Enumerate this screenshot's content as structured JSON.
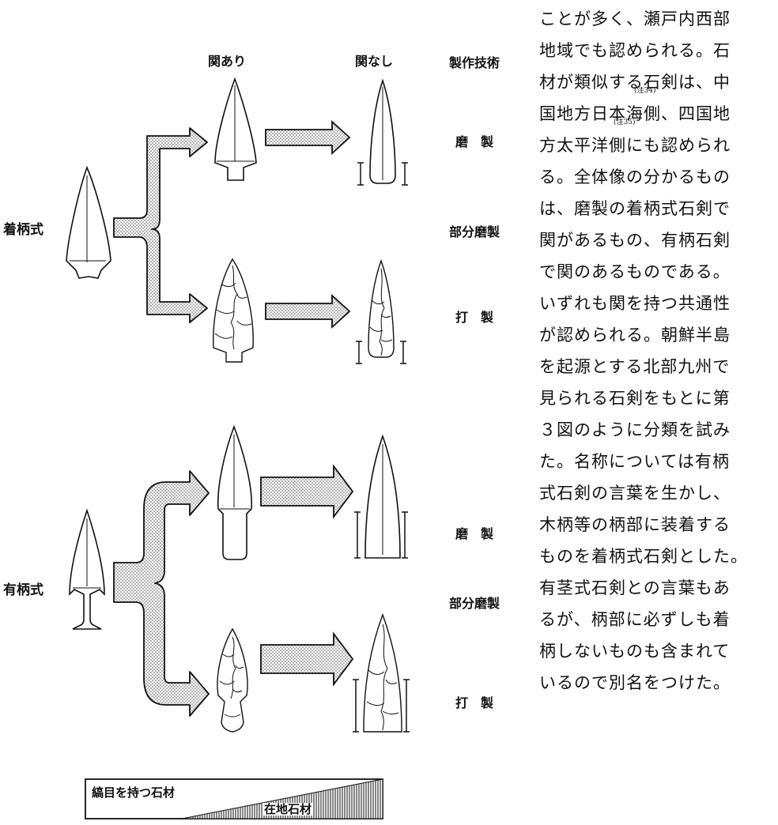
{
  "columns": {
    "with_seki": "関あり",
    "without_seki": "関なし",
    "technique": "製作技術"
  },
  "types": {
    "attached": "着柄式",
    "hilted": "有柄式"
  },
  "techniques": {
    "ground": "磨　製",
    "partial": "部分磨製",
    "chipped": "打　製"
  },
  "material_bar": {
    "striped": "縞目を持つ石材",
    "local": "在地石材"
  },
  "text": {
    "lines": [
      "ことが多く、瀬戸内西部",
      "地域でも認められる。石",
      "材が類似する石剣は、中",
      "国地方日本海側、四国地",
      "方太平洋側にも認められ",
      "る。全体像の分かるもの",
      "は、磨製の着柄式石剣で",
      "関があるもの、有柄石剣",
      "で関のあるものである。",
      "いずれも関を持つ共通性",
      "が認められる。朝鮮半島",
      "を起源とする北部九州で",
      "見られる石剣をもとに第",
      "３図のように分類を試み",
      "た。名称については有柄",
      "式石剣の言葉を生かし、",
      "木柄等の柄部に装着する",
      "ものを着柄式石剣とした。",
      "有茎式石剣との言葉もあ",
      "るが、柄部に必ずしも着",
      "柄しないものも含まれて",
      "いるので別名をつけた。"
    ],
    "note_34": "(注34)",
    "note_35": "(注35)"
  }
}
